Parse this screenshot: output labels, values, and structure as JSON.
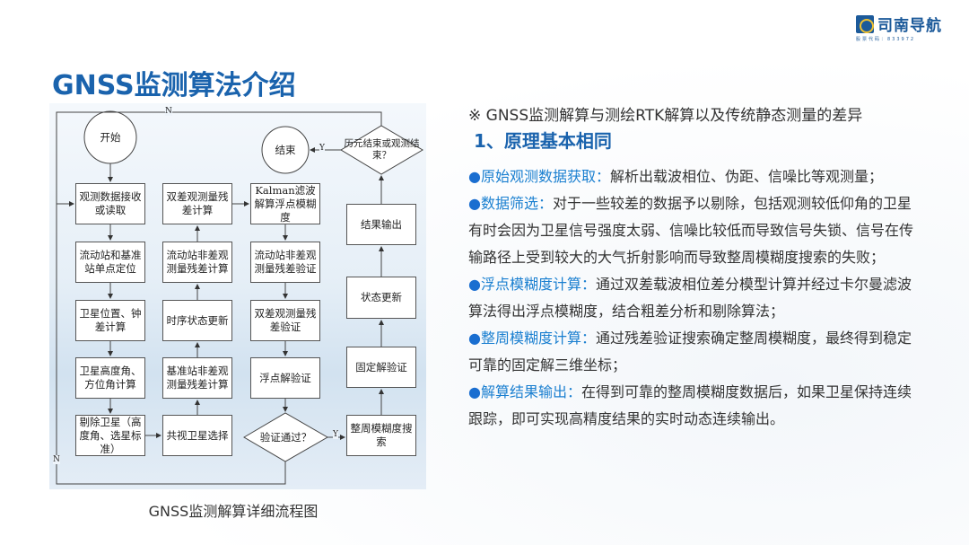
{
  "logo": {
    "name": "司南导航",
    "code": "股票代码：833972"
  },
  "title": "GNSS监测算法介绍",
  "flowchart": {
    "start": "开始",
    "end": "结束",
    "col1": [
      "观测数据接收或读取",
      "流动站和基准站单点定位",
      "卫星位置、钟差计算",
      "卫星高度角、方位角计算",
      "剔除卫星（高度角、选星标准）"
    ],
    "col2": [
      "双差观测量残差计算",
      "流动站非差观测量残差计算",
      "时序状态更新",
      "基准站非差观测量残差计算",
      "共视卫星选择"
    ],
    "col3": [
      "Kalman滤波解算浮点模糊度",
      "流动站非差观测量残差验证",
      "双差观测量残差验证",
      "浮点解验证"
    ],
    "verify": "验证通过？",
    "col4": [
      "结果输出",
      "状态更新",
      "固定解验证",
      "整周模糊度搜索"
    ],
    "epoch_end": "历元结束或观测结束？",
    "yes": "Y",
    "no": "N"
  },
  "caption": "GNSS监测解算详细流程图",
  "right": {
    "note": "※ GNSS监测解算与测绘RTK解算以及传统静态测量的差异",
    "heading": "1、原理基本相同",
    "bullet": "●",
    "items": [
      {
        "key": "原始观测数据获取：",
        "text": "解析出载波相位、伪距、信噪比等观测量；"
      },
      {
        "key": "数据筛选：",
        "text": "对于一些较差的数据予以剔除，包括观测较低仰角的卫星有时会因为卫星信号强度太弱、信噪比较低而导致信号失锁、信号在传输路径上受到较大的大气折射影响而导致整周模糊度搜索的失败；"
      },
      {
        "key": "浮点模糊度计算：",
        "text": "通过双差载波相位差分模型计算并经过卡尔曼滤波算法得出浮点模糊度，结合粗差分析和剔除算法；"
      },
      {
        "key": "整周模糊度计算：",
        "text": "通过残差验证搜索确定整周模糊度，最终得到稳定可靠的固定解三维坐标；"
      },
      {
        "key": "解算结果输出：",
        "text": "在得到可靠的整周模糊度数据后，如果卫星保持连续跟踪，即可实现高精度结果的实时动态连续输出。"
      }
    ]
  }
}
